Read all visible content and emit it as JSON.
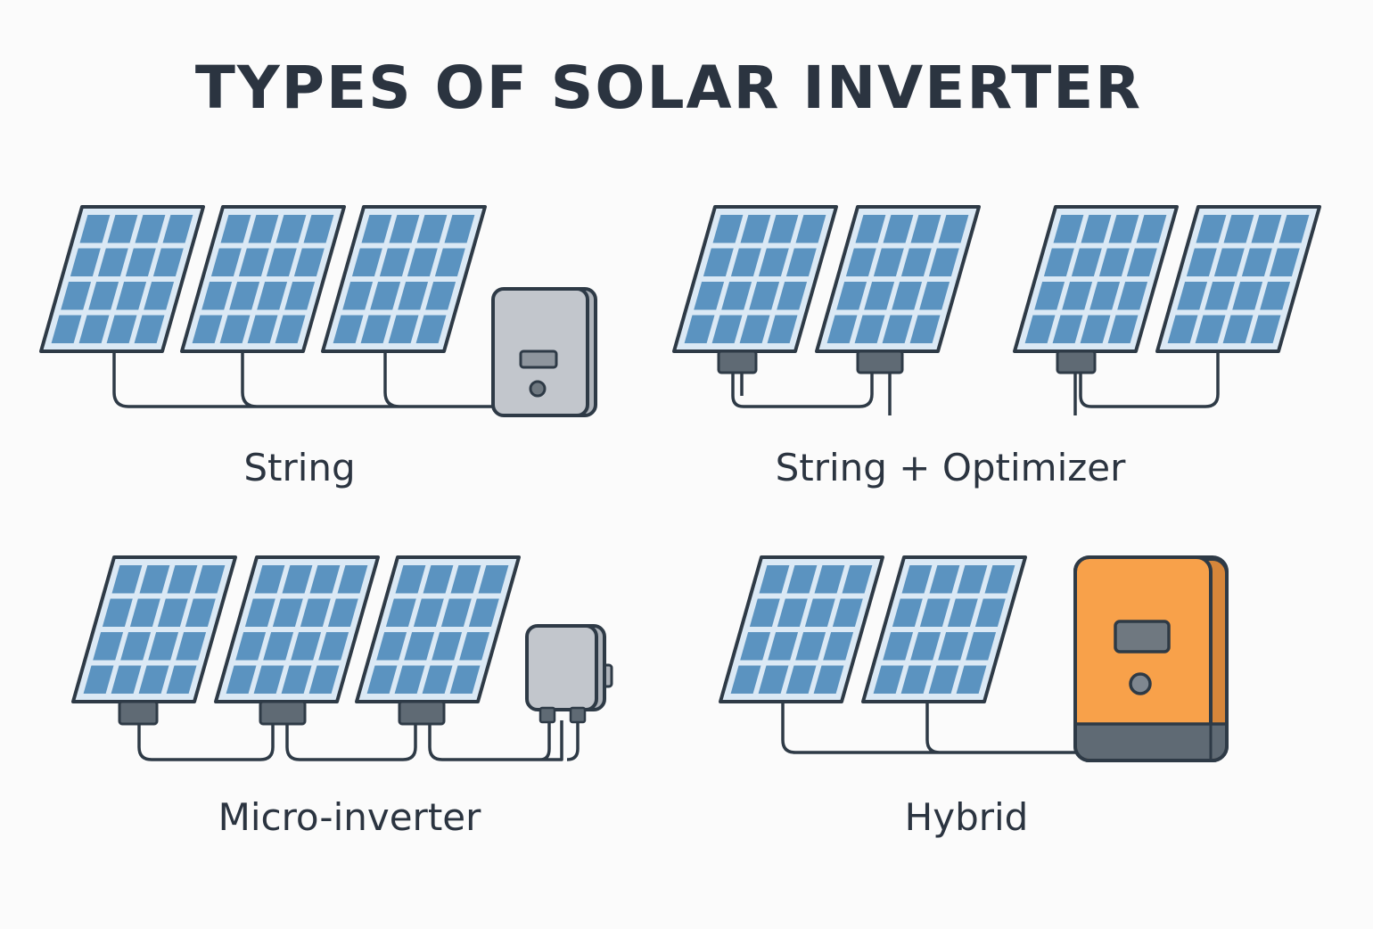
{
  "title": "TYPES OF SOLAR INVERTER",
  "sections": [
    {
      "label": "String"
    },
    {
      "label": "String + Optimizer"
    },
    {
      "label": "Micro-inverter"
    },
    {
      "label": "Hybrid"
    }
  ],
  "colors": {
    "panel": "#5b93c0",
    "panel_grid": "#dbe9f5",
    "outline": "#2e3a46",
    "string_inverter": "#c2c6cc",
    "hybrid_inverter": "#f8a14a",
    "hybrid_side": "#d6863a",
    "hybrid_base": "#5f6a74",
    "background": "#fbfbfb"
  }
}
